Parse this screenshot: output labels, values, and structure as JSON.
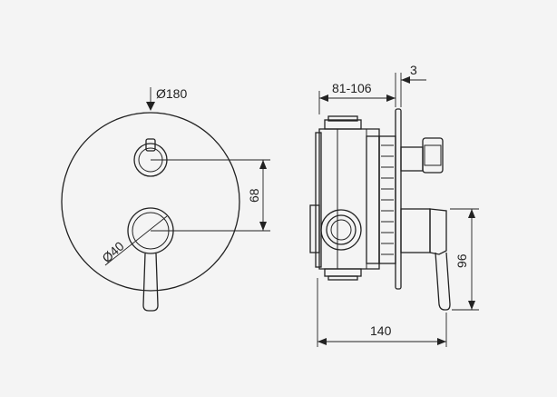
{
  "dimensions": {
    "plate_diameter": "Ø180",
    "lever_diameter": "Ø40",
    "lever_spacing": "68",
    "depth_range": "81-106",
    "plate_thickness": "3",
    "body_height": "96",
    "total_depth": "140"
  }
}
